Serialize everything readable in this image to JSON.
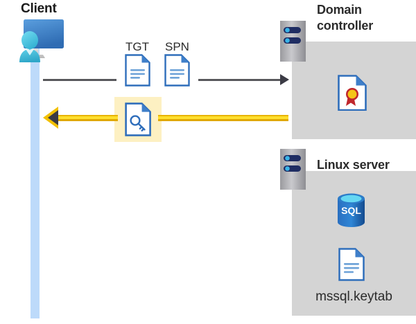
{
  "diagram": {
    "title_client": "Client",
    "title_domain_controller": "Domain\ncontroller",
    "title_domain_controller_line1": "Domain",
    "title_domain_controller_line2": "controller",
    "title_linux_server": "Linux server",
    "label_tgt": "TGT",
    "label_spn": "SPN",
    "label_keytab_file": "mssql.keytab",
    "icons": {
      "client": "user-at-monitor-icon",
      "tgt_document": "document-icon",
      "spn_document": "document-icon",
      "kerberos_ticket": "document-with-key-icon",
      "domain_controller_server": "server-rack-icon",
      "linux_server": "server-rack-icon",
      "certificate": "certificate-document-icon",
      "sql_database": "sql-database-icon",
      "keytab_document": "document-icon"
    },
    "connectors": [
      {
        "name": "request-arrow",
        "direction": "right",
        "color": "#58585c",
        "from": "client",
        "to": "domain-controller"
      },
      {
        "name": "ticket-response-arrow",
        "direction": "left",
        "color": "#ffdf2e",
        "from": "domain-controller",
        "to": "client"
      }
    ],
    "colors": {
      "panel_gray": "#d4d4d4",
      "lifeline_blue": "#bddafa",
      "highlight_yellow": "#fdf0c2",
      "arrow_yellow": "#ffdf2e",
      "arrow_dark": "#3b3b45",
      "doc_blue": "#2f6ebb",
      "sql_blue": "#1f6fc4",
      "cert_gold": "#f5c518",
      "cert_red": "#c0272d",
      "text_dark": "#2b2b2b"
    }
  }
}
